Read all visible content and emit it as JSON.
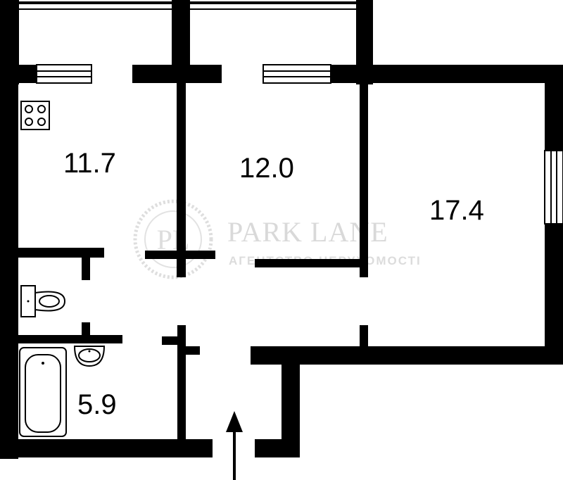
{
  "rooms": {
    "kitchen_area": "11.7",
    "middle_room_area": "12.0",
    "large_room_area": "17.4",
    "bathroom_area": "5.9"
  },
  "watermark": {
    "monogram": "PL",
    "brand": "PARK LANE",
    "subtitle": "АГЕНТСТВО НЕРУХОМОСТІ"
  },
  "colors": {
    "wall": "#000000",
    "background": "#ffffff",
    "watermark": "#d9d9d9"
  }
}
